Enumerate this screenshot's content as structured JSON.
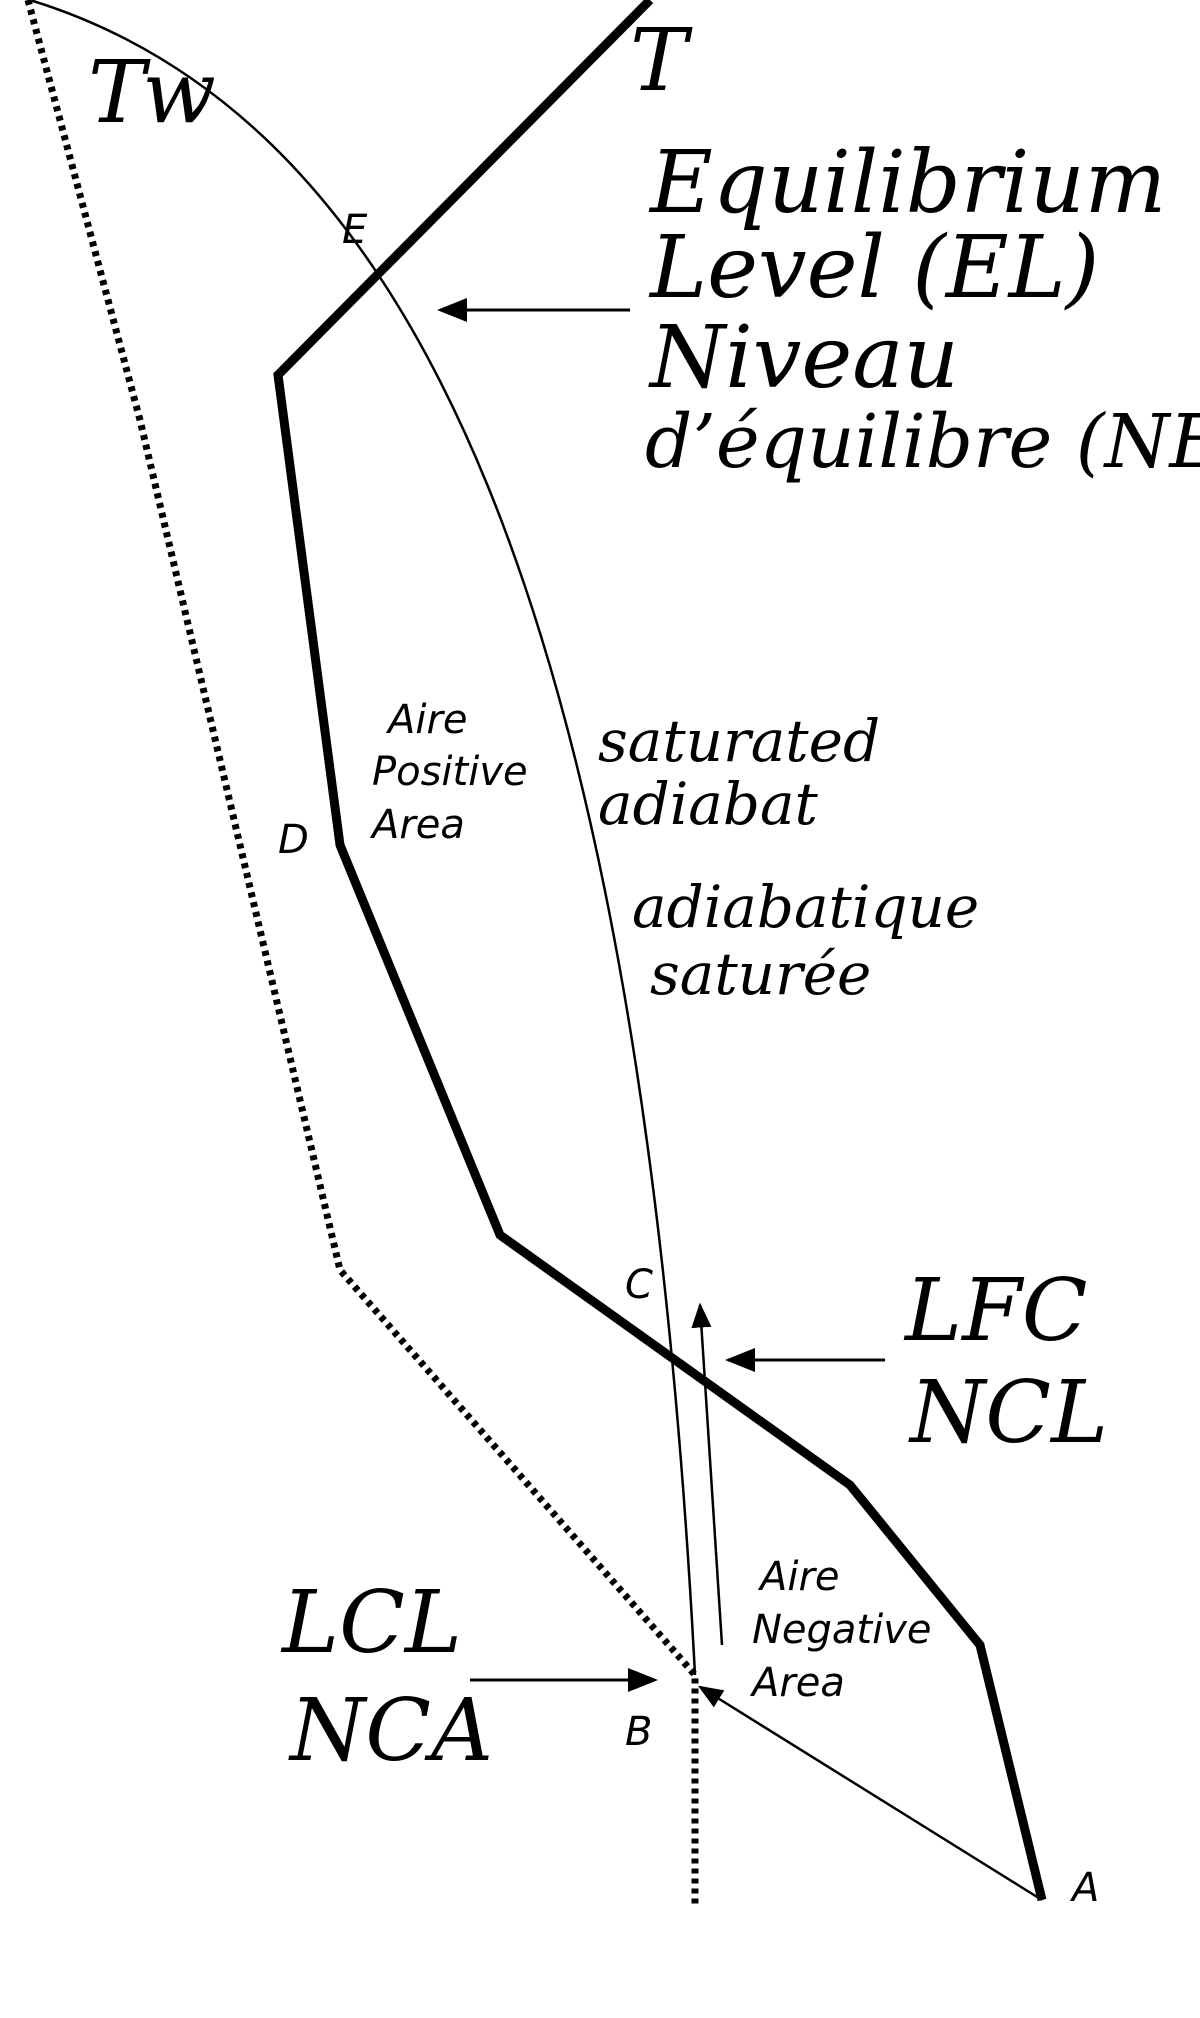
{
  "curves": {
    "temperature": "T",
    "wet_bulb": "Tw"
  },
  "points": {
    "a": "A",
    "b": "B",
    "c": "C",
    "d": "D",
    "e": "E"
  },
  "equilibrium": {
    "line1": "Equilibrium",
    "line2": "Level (EL)",
    "line3": "Niveau",
    "line4": "d’équilibre (NE)"
  },
  "saturated": {
    "en1": "saturated",
    "en2": "adiabat",
    "fr1": "adiabatique",
    "fr2": "saturée"
  },
  "positive_area": {
    "line1": "Aire",
    "line2": "Positive",
    "line3": "Area"
  },
  "negative_area": {
    "line1": "Aire",
    "line2": "Negative",
    "line3": "Area"
  },
  "lfc": {
    "en": "LFC",
    "fr": "NCL"
  },
  "lcl": {
    "en": "LCL",
    "fr": "NCA"
  },
  "colors": {
    "ink": "#000000",
    "background": "#ffffff"
  }
}
